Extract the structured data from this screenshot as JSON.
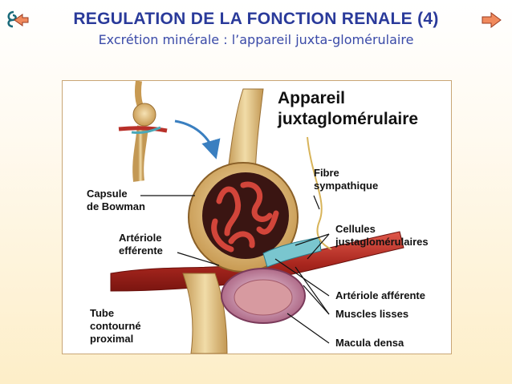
{
  "header": {
    "title": "REGULATION DE LA FONCTION RENALE (4)",
    "subtitle": "Excrétion minérale : l’appareil juxta-glomérulaire"
  },
  "navigation": {
    "back_icon": "swirl-back-arrow-icon",
    "next_icon": "right-arrow-icon",
    "accent_color": "#e8744f"
  },
  "figure": {
    "title_line1": "Appareil",
    "title_line2": "juxtaglomérulaire",
    "labels": {
      "capsule_line1": "Capsule",
      "capsule_line2": "de Bowman",
      "arteriole_eff_line1": "Artériole",
      "arteriole_eff_line2": "efférente",
      "tube_line1": "Tube",
      "tube_line2": "contourné",
      "tube_line3": "proximal",
      "fibre_line1": "Fibre",
      "fibre_line2": "sympathique",
      "cellules_line1": "Cellules",
      "cellules_line2": "justaglomérulaires",
      "arteriole_aff": "Artériole afférente",
      "muscles": "Muscles lisses",
      "macula": "Macula densa"
    }
  },
  "colors": {
    "title": "#2a3a9a",
    "vessel": "#b8302a",
    "tubule": "#d9b873",
    "macula": "#b77aa0"
  }
}
